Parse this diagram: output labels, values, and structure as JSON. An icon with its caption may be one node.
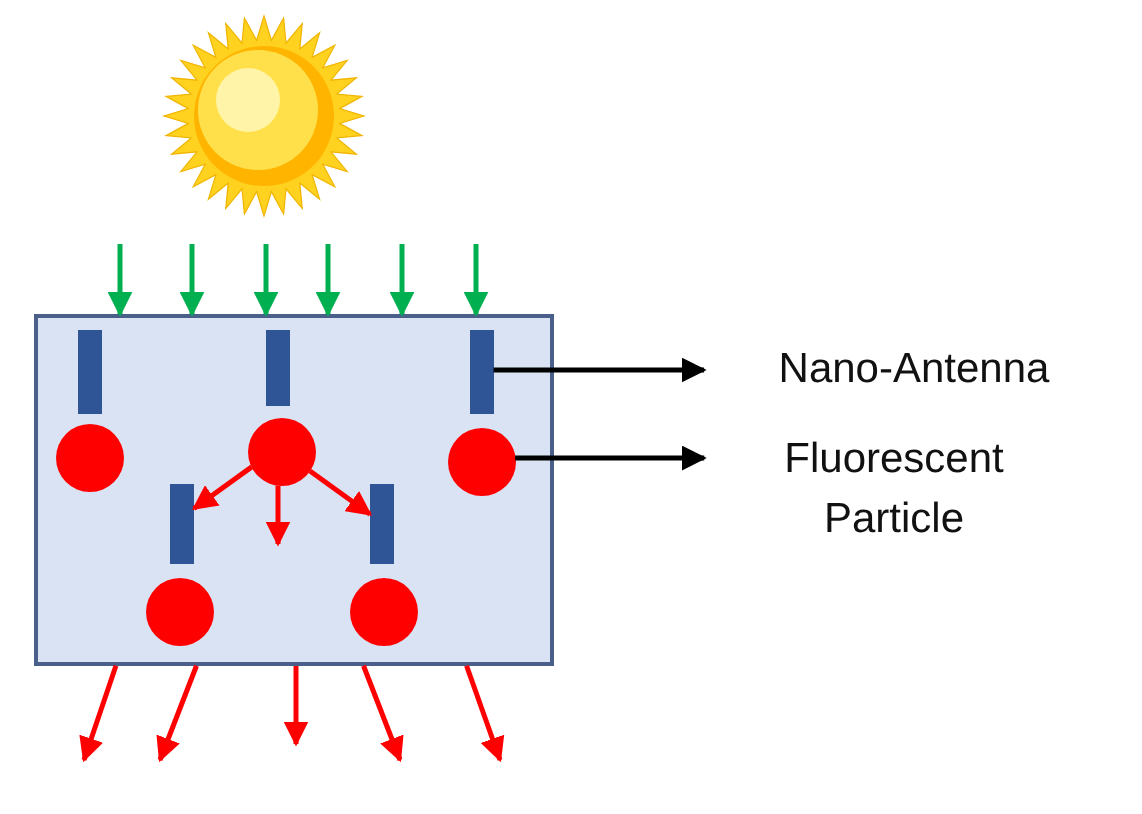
{
  "diagram": {
    "nodes": [
      {
        "text": [],
        "shape": "box"
      },
      {
        "text": [],
        "shape": "bar",
        "in": 0
      },
      {
        "text": [],
        "shape": "bar",
        "in": 0
      },
      {
        "text": [],
        "shape": "bar",
        "in": 0
      },
      {
        "text": [],
        "shape": "circle",
        "in": 0
      },
      {
        "text": [],
        "shape": "circle",
        "in": 0
      },
      {
        "text": [],
        "shape": "circle",
        "in": 0
      },
      {
        "text": [],
        "shape": "bar",
        "in": 0
      },
      {
        "text": [],
        "shape": "bar",
        "in": 0
      },
      {
        "text": [],
        "shape": "circle",
        "in": 0
      },
      {
        "text": [],
        "shape": "circle",
        "in": 0
      },
      {
        "text": [
          "Nano-Antenna"
        ]
      },
      {
        "text": [
          "Fluorescent Particle"
        ]
      }
    ],
    "edges": [
      {
        "from": 3,
        "to": 11,
        "arrow": "to",
        "color": "#000000"
      },
      {
        "from": 6,
        "to": 12,
        "arrow": "to",
        "color": "#000000"
      },
      {
        "from": 5,
        "to": 7,
        "arrow": "to",
        "color": "#ff0000"
      },
      {
        "from": 5,
        "to": null,
        "arrow": "to",
        "color": "#ff0000"
      },
      {
        "from": 5,
        "to": 8,
        "arrow": "to",
        "color": "#ff0000"
      },
      {
        "from": null,
        "to": 0,
        "arrow": "to",
        "color": "#00b050"
      },
      {
        "from": null,
        "to": 0,
        "arrow": "to",
        "color": "#00b050"
      },
      {
        "from": null,
        "to": 0,
        "arrow": "to",
        "color": "#00b050"
      },
      {
        "from": null,
        "to": 0,
        "arrow": "to",
        "color": "#00b050"
      },
      {
        "from": null,
        "to": 0,
        "arrow": "to",
        "color": "#00b050"
      },
      {
        "from": null,
        "to": 0,
        "arrow": "to",
        "color": "#00b050"
      },
      {
        "from": 0,
        "to": null,
        "arrow": "to",
        "color": "#ff0000"
      },
      {
        "from": 0,
        "to": null,
        "arrow": "to",
        "color": "#ff0000"
      },
      {
        "from": 0,
        "to": null,
        "arrow": "to",
        "color": "#ff0000"
      },
      {
        "from": 0,
        "to": null,
        "arrow": "to",
        "color": "#ff0000"
      },
      {
        "from": 0,
        "to": null,
        "arrow": "to",
        "color": "#ff0000"
      }
    ]
  }
}
